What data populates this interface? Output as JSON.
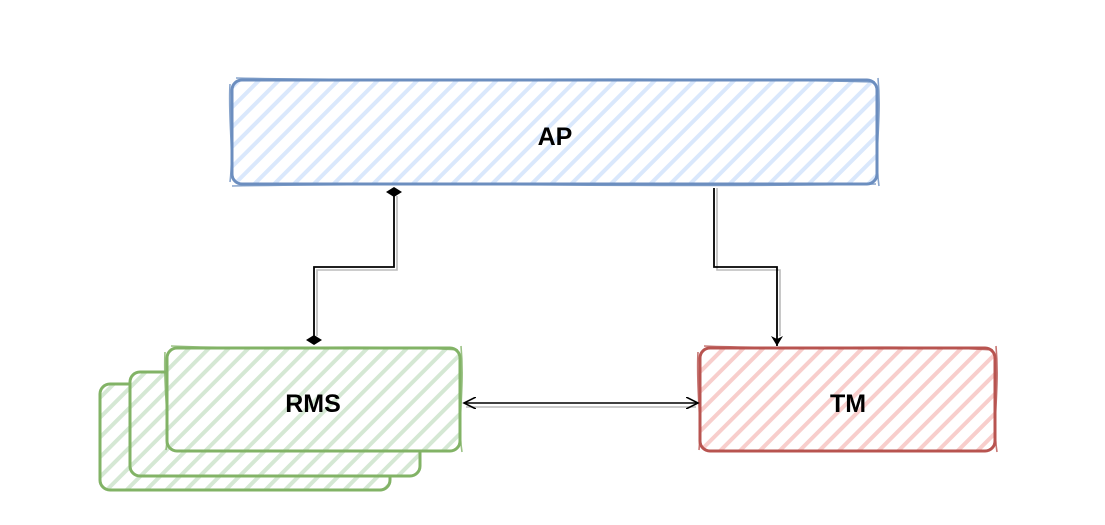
{
  "diagram": {
    "nodes": {
      "ap": {
        "label": "AP",
        "fill": "#dae8fc",
        "stroke": "#6c8ebf"
      },
      "rms": {
        "label": "RMS",
        "fill": "#d5e8d4",
        "stroke": "#82b366"
      },
      "tm": {
        "label": "TM",
        "fill": "#f8cecc",
        "stroke": "#b85450"
      }
    },
    "edges": [
      {
        "from": "ap",
        "to": "rms",
        "style": "composition-diamond-both-ends"
      },
      {
        "from": "ap",
        "to": "tm",
        "style": "arrow"
      },
      {
        "from": "rms",
        "to": "tm",
        "style": "bidirectional-arrow"
      }
    ],
    "style": "sketch-hatched"
  }
}
